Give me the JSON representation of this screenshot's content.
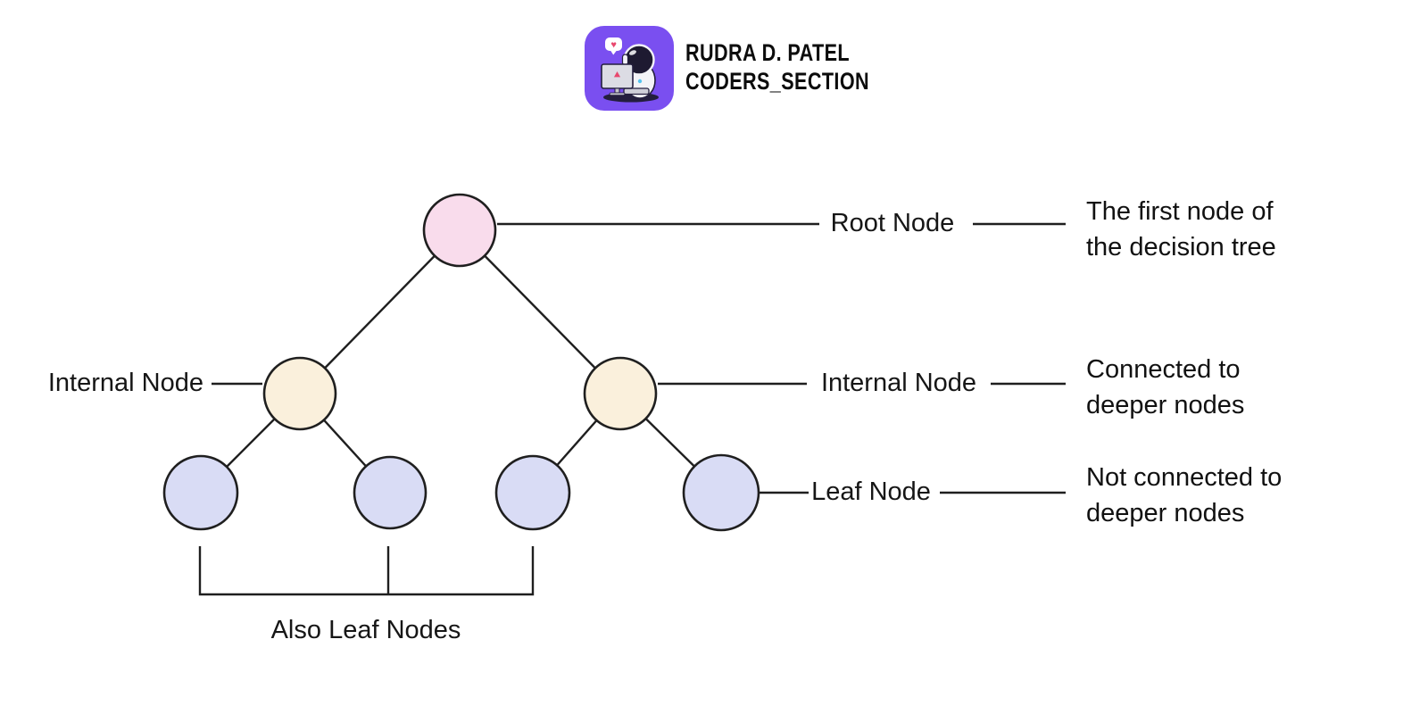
{
  "header": {
    "brand_line1": "RUDRA D. PATEL",
    "brand_line2": "CODERS_SECTION",
    "logo": {
      "icon": "astronaut-coder-logo",
      "bg_color": "#7a4ff0",
      "heart_glyph": "♥"
    }
  },
  "diagram": {
    "type": "decision-tree",
    "colors": {
      "root_fill": "#f9dcec",
      "internal_fill": "#faf0dc",
      "leaf_fill": "#d9dcf5",
      "stroke": "#1f1f1f"
    },
    "structure": {
      "root_children": 2,
      "internal_nodes": 2,
      "leaf_nodes": 4,
      "bracketed_leaves": 3
    },
    "labels": {
      "internal_left": "Internal Node",
      "root": "Root Node",
      "internal_right": "Internal Node",
      "leaf": "Leaf Node",
      "also_leaf": "Also Leaf Nodes"
    },
    "descriptions": {
      "root_line1": "The first node of",
      "root_line2": "the decision tree",
      "internal_line1": "Connected to",
      "internal_line2": "deeper nodes",
      "leaf_line1": "Not connected to",
      "leaf_line2": "deeper nodes"
    }
  }
}
